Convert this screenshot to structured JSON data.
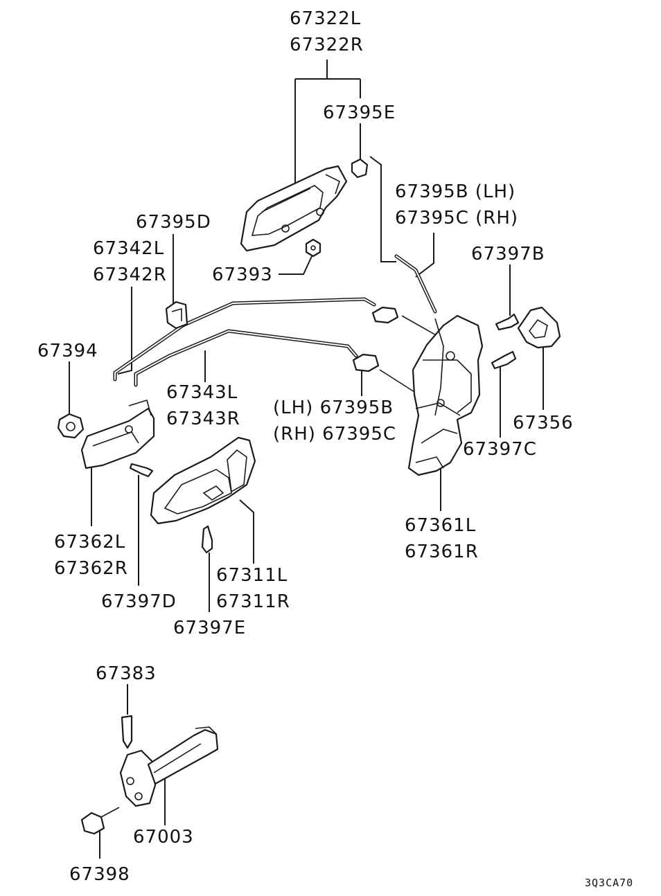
{
  "diagram_code": "3Q3CA70",
  "labels": {
    "p67322L": "67322L",
    "p67322R": "67322R",
    "p67395E": "67395E",
    "p67395B_LH_top": "67395B (LH)",
    "p67395C_RH_top": "67395C (RH)",
    "p67395D": "67395D",
    "p67342L": "67342L",
    "p67342R": "67342R",
    "p67393": "67393",
    "p67397B": "67397B",
    "p67394": "67394",
    "p67343L": "67343L",
    "p67343R": "67343R",
    "p67395B_LH_mid": "(LH) 67395B",
    "p67395C_RH_mid": "(RH) 67395C",
    "p67356": "67356",
    "p67397C": "67397C",
    "p67362L": "67362L",
    "p67362R": "67362R",
    "p67361L": "67361L",
    "p67361R": "67361R",
    "p67311L": "67311L",
    "p67311R": "67311R",
    "p67397D": "67397D",
    "p67397E": "67397E",
    "p67383": "67383",
    "p67003": "67003",
    "p67398": "67398"
  }
}
